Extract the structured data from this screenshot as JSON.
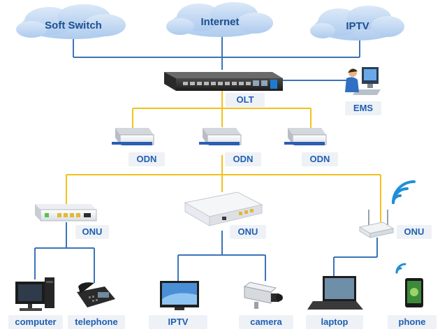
{
  "clouds": {
    "soft_switch": "Soft Switch",
    "internet": "Internet",
    "iptv": "IPTV"
  },
  "nodes": {
    "olt": "OLT",
    "ems": "EMS",
    "odn_left": "ODN",
    "odn_center": "ODN",
    "odn_right": "ODN",
    "onu_left": "ONU",
    "onu_center": "ONU",
    "onu_right": "ONU"
  },
  "devices": {
    "computer": "computer",
    "telephone": "telephone",
    "iptv": "IPTV",
    "camera": "camera",
    "laptop": "laptop",
    "phone": "phone"
  },
  "colors": {
    "cloud": "#c9ddf4",
    "cloud_text": "#1e4f8f",
    "label_text": "#1f5fb0",
    "label_bg": "#eef1f6",
    "fiber_line": "#f2c21a",
    "network_line": "#3b73b8"
  }
}
